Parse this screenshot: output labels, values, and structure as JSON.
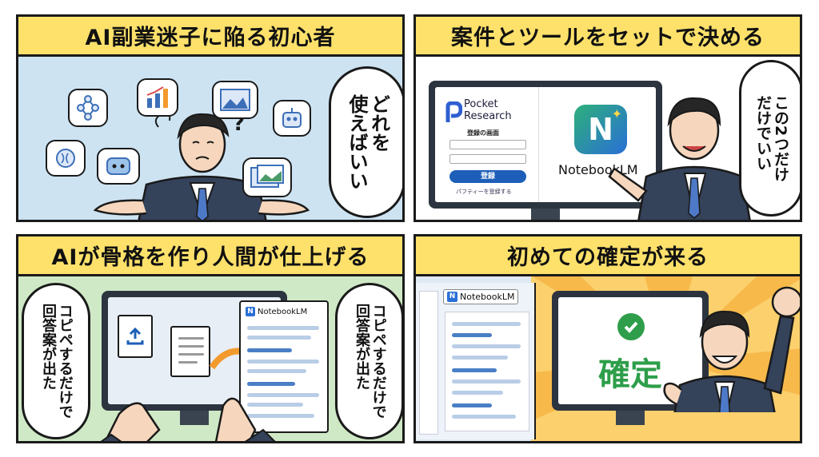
{
  "panels": [
    {
      "caption": "AI副業迷子に陥る初心者",
      "bubble": "どれを\n使えばいい"
    },
    {
      "caption": "案件とツールをセットで決める",
      "bubble": "この2つだけ\nだけでいい"
    },
    {
      "caption": "AIが骨格を作り人間が仕上げる",
      "bubble_left": "コピペするだけで\n回答案が出た",
      "bubble_right": "コピペするだけで\n回答案が出た"
    },
    {
      "caption": "初めての確定が来る"
    }
  ],
  "pocket_research": {
    "brand_line1": "Pocket",
    "brand_line2": "Research",
    "form_title": "登録の画面",
    "register_button": "登録",
    "register_link": "パフティーを登録する"
  },
  "notebooklm": {
    "name": "NotebookLM",
    "logo_letter": "N",
    "badge": "NotebookLM"
  },
  "confirm": {
    "text": "確定"
  },
  "question_mark": "?",
  "colors": {
    "caption_bg": "#fde16b",
    "panel_blue": "#cde3f2",
    "panel_green": "#cfe9c6",
    "accent_orange": "#f39a2e",
    "confirm_green": "#2e9e4a",
    "button_blue": "#1d5fb8"
  }
}
